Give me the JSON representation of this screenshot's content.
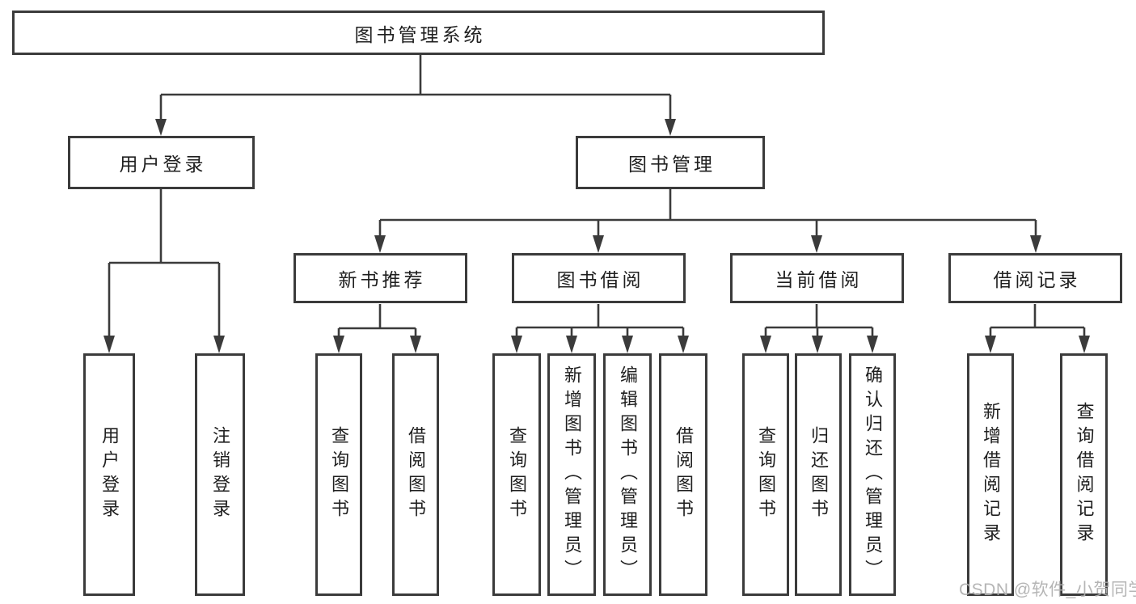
{
  "tree": {
    "root": {
      "label": "图书管理系统"
    },
    "branches": [
      {
        "label": "用户登录",
        "children": [
          {
            "label": "用户登录"
          },
          {
            "label": "注销登录"
          }
        ]
      },
      {
        "label": "图书管理",
        "children": [
          {
            "label": "新书推荐",
            "children": [
              {
                "label": "查询图书"
              },
              {
                "label": "借阅图书"
              }
            ]
          },
          {
            "label": "图书借阅",
            "children": [
              {
                "label": "查询图书"
              },
              {
                "label": "新增图书（管理员）"
              },
              {
                "label": "编辑图书（管理员）"
              },
              {
                "label": "借阅图书"
              }
            ]
          },
          {
            "label": "当前借阅",
            "children": [
              {
                "label": "查询图书"
              },
              {
                "label": "归还图书"
              },
              {
                "label": "确认归还（管理员）"
              }
            ]
          },
          {
            "label": "借阅记录",
            "children": [
              {
                "label": "新增借阅记录"
              },
              {
                "label": "查询借阅记录"
              }
            ]
          }
        ]
      }
    ]
  },
  "watermark": {
    "text": "CSDN @软件_小贺同学"
  },
  "colors": {
    "line": "#3b3b3b",
    "node_border": "#3b3b3b",
    "text": "#1f1f1f",
    "watermark": "#afafaf",
    "background": "#ffffff"
  }
}
